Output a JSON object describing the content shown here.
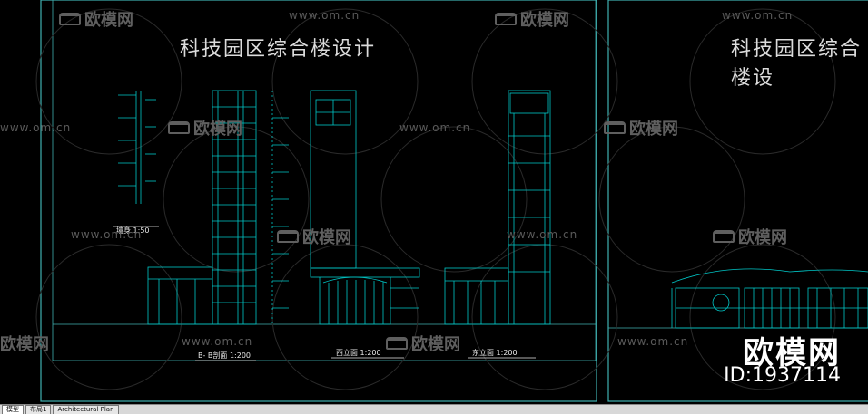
{
  "drawing": {
    "title_left": "科技园区综合楼设计",
    "title_right": "科技园区综合楼设",
    "captions": {
      "detail": "墙身  1:50",
      "section": "B- B剖面    1:200",
      "west": "西立面       1:200",
      "east": "东立面       1:200"
    },
    "watermark_site": "www.om.cn",
    "watermark_brand": "欧模网",
    "big_brand": "欧模网",
    "big_id": "ID:1937114",
    "colors": {
      "line": "#00c8c8",
      "frame": "#3fb0b0",
      "text": "#e8e8e8"
    }
  },
  "tabs": [
    {
      "label": "模型",
      "active": true
    },
    {
      "label": "布局1",
      "active": false
    },
    {
      "label": "Architectural Plan",
      "active": false
    }
  ]
}
